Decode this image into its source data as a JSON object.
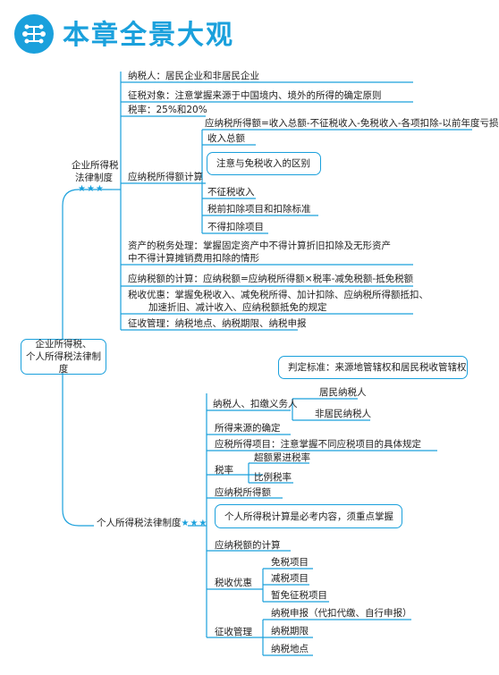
{
  "header": {
    "title": "本章全景大观",
    "icon": "network-nodes-icon"
  },
  "colors": {
    "accent": "#1aa0dc"
  },
  "root": {
    "line1": "企业所得税、",
    "line2": "个人所得税法律制度"
  },
  "corp": {
    "title_line1": "企业所得税",
    "title_line2": "法律制度",
    "stars": "★★★",
    "items": {
      "taxpayer": "纳税人：居民企业和非居民企业",
      "object": "征税对象：注意掌握来源于中国境内、境外的所得的确定原则",
      "rate": "税率：25%和20%",
      "taxable_calc": "应纳税所得额计算",
      "formula": "应纳税所得额=收入总额-不征税收入-免税收入-各项扣除-以前年度亏损",
      "total_income": "收入总额",
      "callout_diff": "注意与免税收入的区别",
      "non_taxable": "不征税收入",
      "deductions": "税前扣除项目和扣除标准",
      "non_deductible": "不得扣除项目",
      "asset_line1": "资产的税务处理：掌握固定资产中不得计算折旧扣除及无形资产",
      "asset_line2": "中不得计算摊销费用扣除的情形",
      "tax_calc": "应纳税额的计算：应纳税额=应纳税所得额×税率-减免税额-抵免税额",
      "pref_line1": "税收优惠：掌握免税收入、减免税所得、加计扣除、应纳税所得额抵扣、",
      "pref_line2": "加速折旧、减计收入、应纳税额抵免的规定",
      "admin": "征收管理：纳税地点、纳税期限、纳税申报"
    }
  },
  "personal": {
    "title": "个人所得税法律制度",
    "stars": "★★★",
    "items": {
      "callout_standard": "判定标准：来源地管辖权和居民税收管辖权",
      "taxpayer": "纳税人、扣缴义务人",
      "resident": "居民纳税人",
      "nonresident": "非居民纳税人",
      "source": "所得来源的确定",
      "items_rule": "应税所得项目：注意掌握不同应税项目的具体规定",
      "rate": "税率",
      "progressive": "超额累进税率",
      "proportional": "比例税率",
      "taxable_income": "应纳税所得额",
      "callout_must": "个人所得税计算是必考内容，须重点掌握",
      "tax_calc": "应纳税额的计算",
      "preference": "税收优惠",
      "exempt": "免税项目",
      "reduced": "减税项目",
      "temp_exempt": "暂免征税项目",
      "admin": "征收管理",
      "filing": "纳税申报（代扣代缴、自行申报）",
      "period": "纳税期限",
      "place": "纳税地点"
    }
  }
}
